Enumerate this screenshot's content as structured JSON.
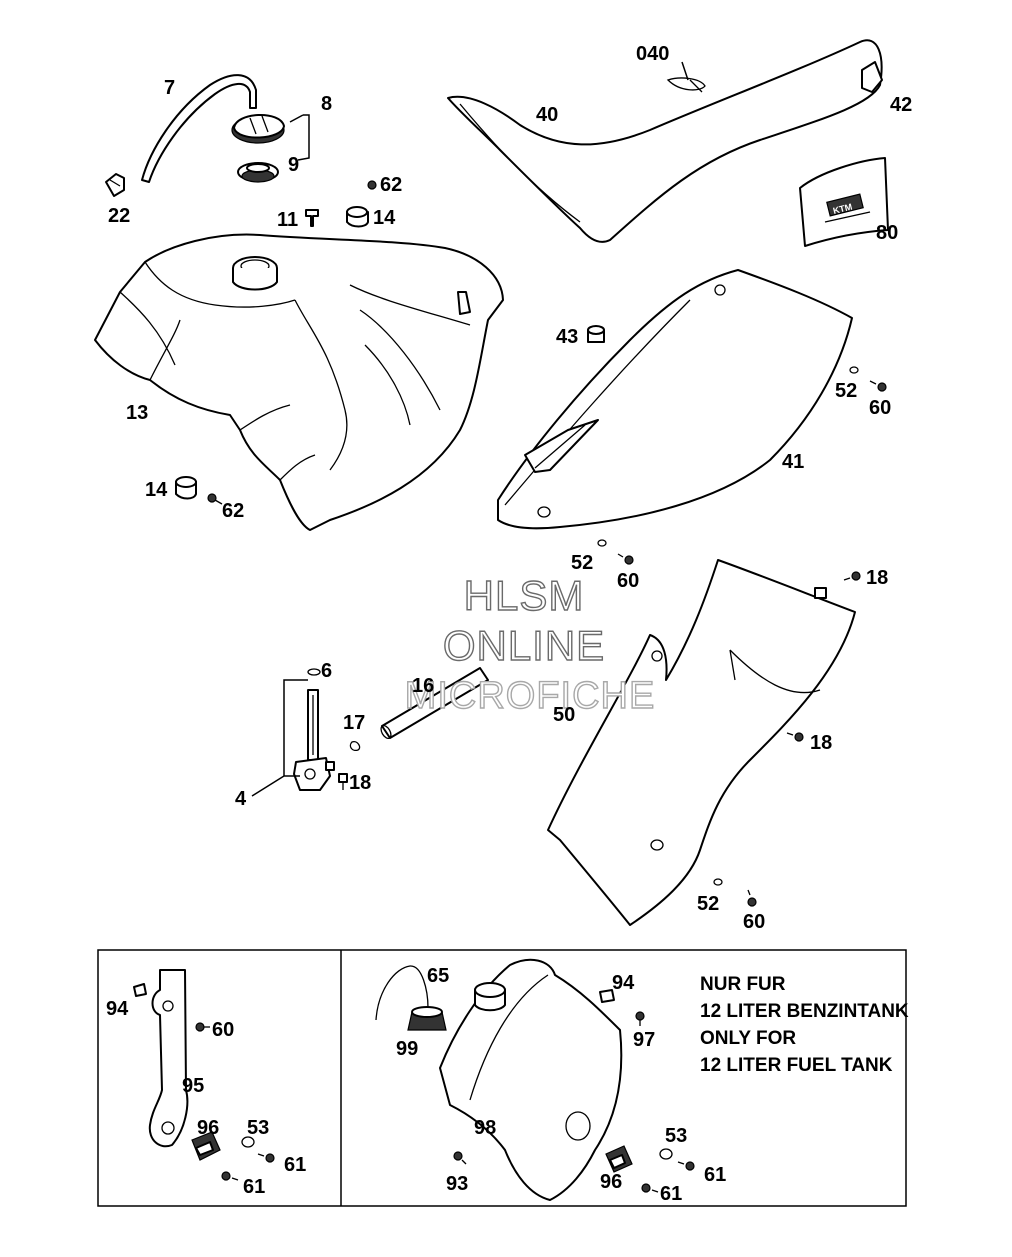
{
  "watermark": {
    "line1": "HLSM",
    "line2": "ONLINE",
    "line3": "MICROFICHE"
  },
  "callouts": {
    "c7": "7",
    "c8": "8",
    "c9": "9",
    "c22": "22",
    "c62a": "62",
    "c11": "11",
    "c14a": "14",
    "c13": "13",
    "c14b": "14",
    "c62b": "62",
    "c040": "040",
    "c40": "40",
    "c42": "42",
    "c80": "80",
    "c43": "43",
    "c52a": "52",
    "c60a": "60",
    "c41": "41",
    "c52b": "52",
    "c60b": "60",
    "c18a": "18",
    "c6": "6",
    "c16": "16",
    "c17": "17",
    "c4": "4",
    "c18b": "18",
    "c50": "50",
    "c18c": "18",
    "c52c": "52",
    "c60c": "60",
    "c94a": "94",
    "c60d": "60",
    "c95": "95",
    "c96a": "96",
    "c53a": "53",
    "c61a": "61",
    "c61b": "61",
    "c65": "65",
    "c99": "99",
    "c98": "98",
    "c93": "93",
    "c94b": "94",
    "c97": "97",
    "c53b": "53",
    "c96b": "96",
    "c61c": "61",
    "c61d": "61"
  },
  "inset_note": {
    "line1": "NUR FUR",
    "line2": "12 LITER BENZINTANK",
    "line3": "ONLY FOR",
    "line4": "12 LITER FUEL TANK"
  },
  "decal_text": "KTM"
}
